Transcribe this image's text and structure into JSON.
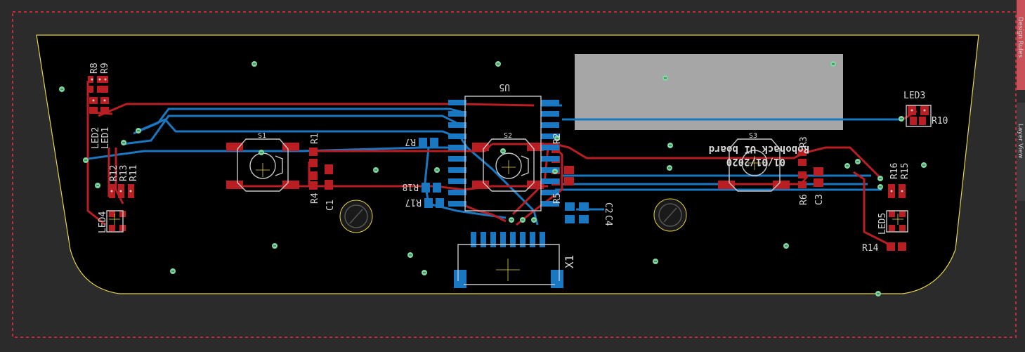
{
  "board": {
    "silk_title_lines": [
      "Robohack UI board",
      "01/01/2020"
    ],
    "colors": {
      "background": "#2b2b2b",
      "board": "#000000",
      "outline": "#e6d34a",
      "top_copper": "#b81e22",
      "bottom_copper": "#1a78c2",
      "silkscreen": "#c8c8c8",
      "via": "#7fd6a0",
      "zone": "#a6a6a6",
      "clearance": "#c42a3a"
    }
  },
  "refdes": {
    "R8": "R8",
    "R9": "R9",
    "LED2": "LED2",
    "LED1": "LED1",
    "R12": "R12",
    "R13": "R13",
    "R11": "R11",
    "LED4": "LED4",
    "S1": "S1",
    "R1": "R1",
    "R4": "R4",
    "C1": "C1",
    "U5": "U5",
    "R7": "R7",
    "R18": "R18",
    "R17": "R17",
    "S2": "S2",
    "R2": "R2",
    "R5": "R5",
    "C2": "C2",
    "C4": "C4",
    "X1": "X1",
    "S3": "S3",
    "R3": "R3",
    "R6": "R6",
    "C3": "C3",
    "LED3": "LED3",
    "R10": "R10",
    "R16": "R16",
    "R15": "R15",
    "LED5": "LED5",
    "R14": "R14"
  },
  "side_tabs": [
    {
      "label": "Design Rules",
      "color": "#c8515a"
    },
    {
      "label": "Layer View",
      "color": "#3a3a3a"
    }
  ]
}
